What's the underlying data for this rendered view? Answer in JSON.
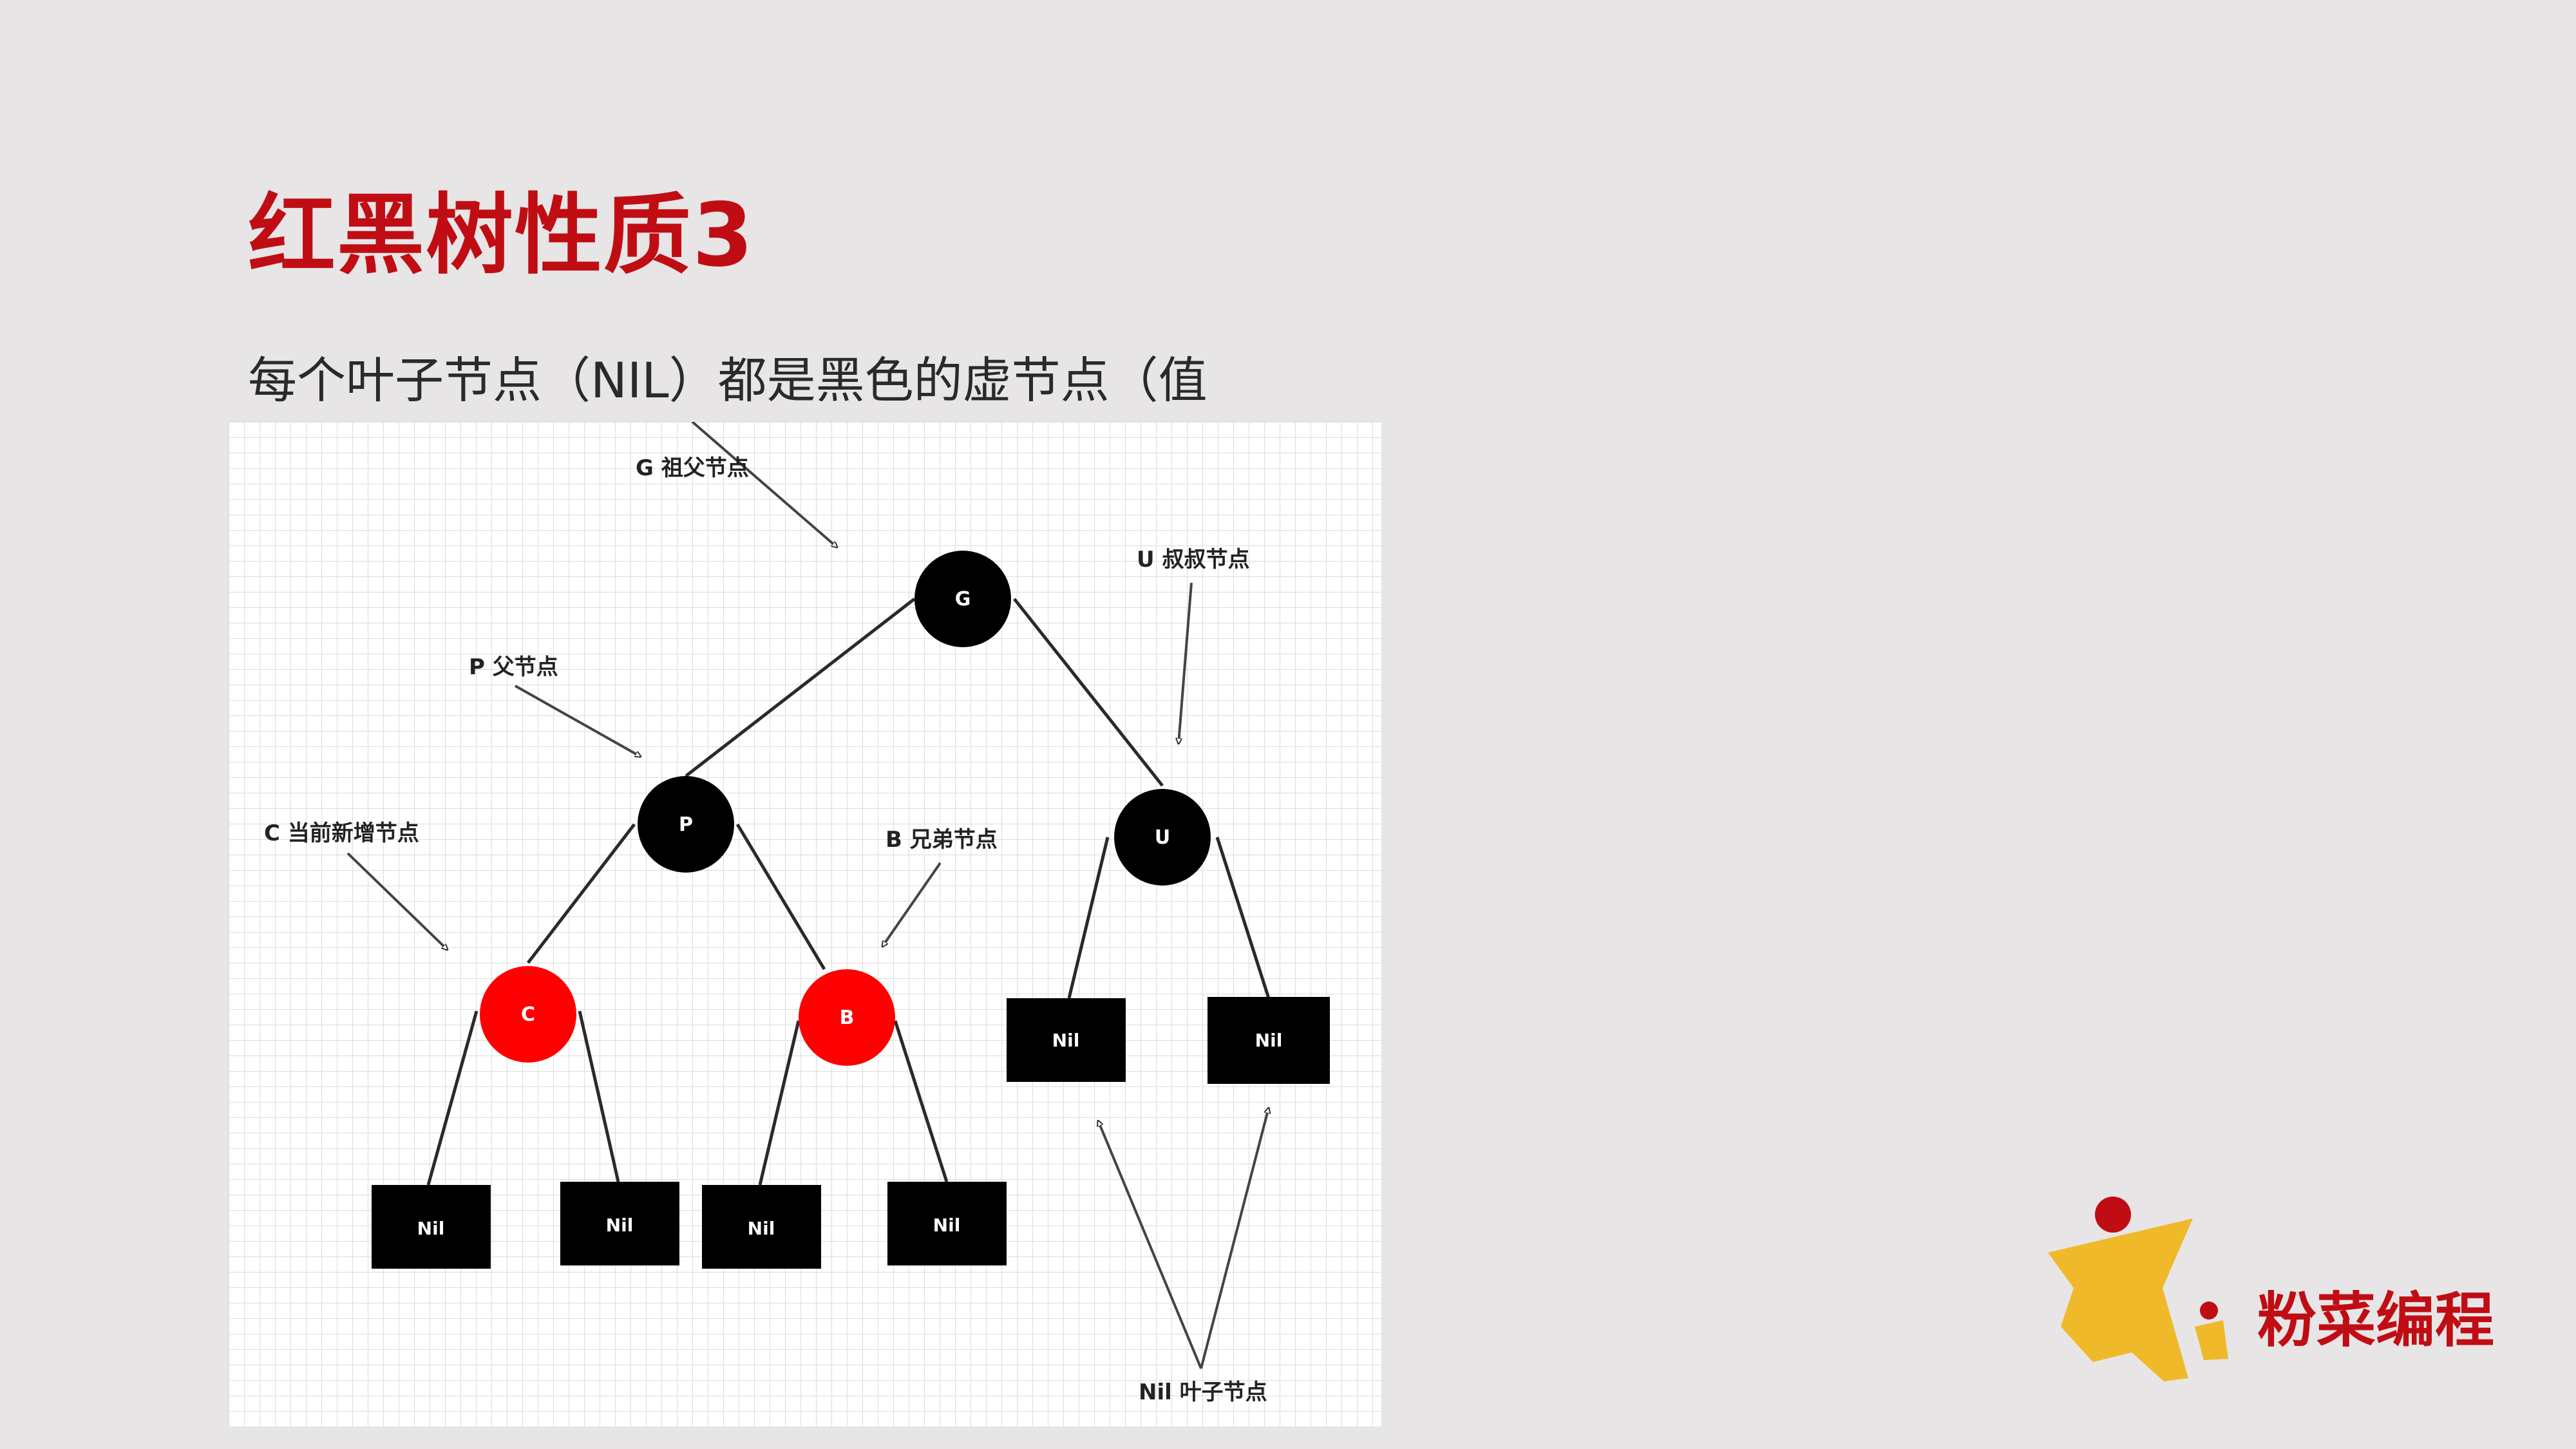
{
  "slide": {
    "title": "红黑树性质3",
    "subtitle": "每个叶子节点（NIL）都是黑色的虚节点（值"
  },
  "diagram": {
    "nodes": {
      "g": "G",
      "p": "P",
      "u": "U",
      "c": "C",
      "b": "B"
    },
    "nil_label": "Nil",
    "annotations": {
      "g": "G 祖父节点",
      "u": "U 叔叔节点",
      "p": "P 父节点",
      "c": "C 当前新增节点",
      "b": "B 兄弟节点",
      "nil": "Nil 叶子节点"
    },
    "colors": {
      "red_node": "#ff0000",
      "black_node": "#000000"
    }
  },
  "logo": {
    "text": "粉菜编程"
  }
}
